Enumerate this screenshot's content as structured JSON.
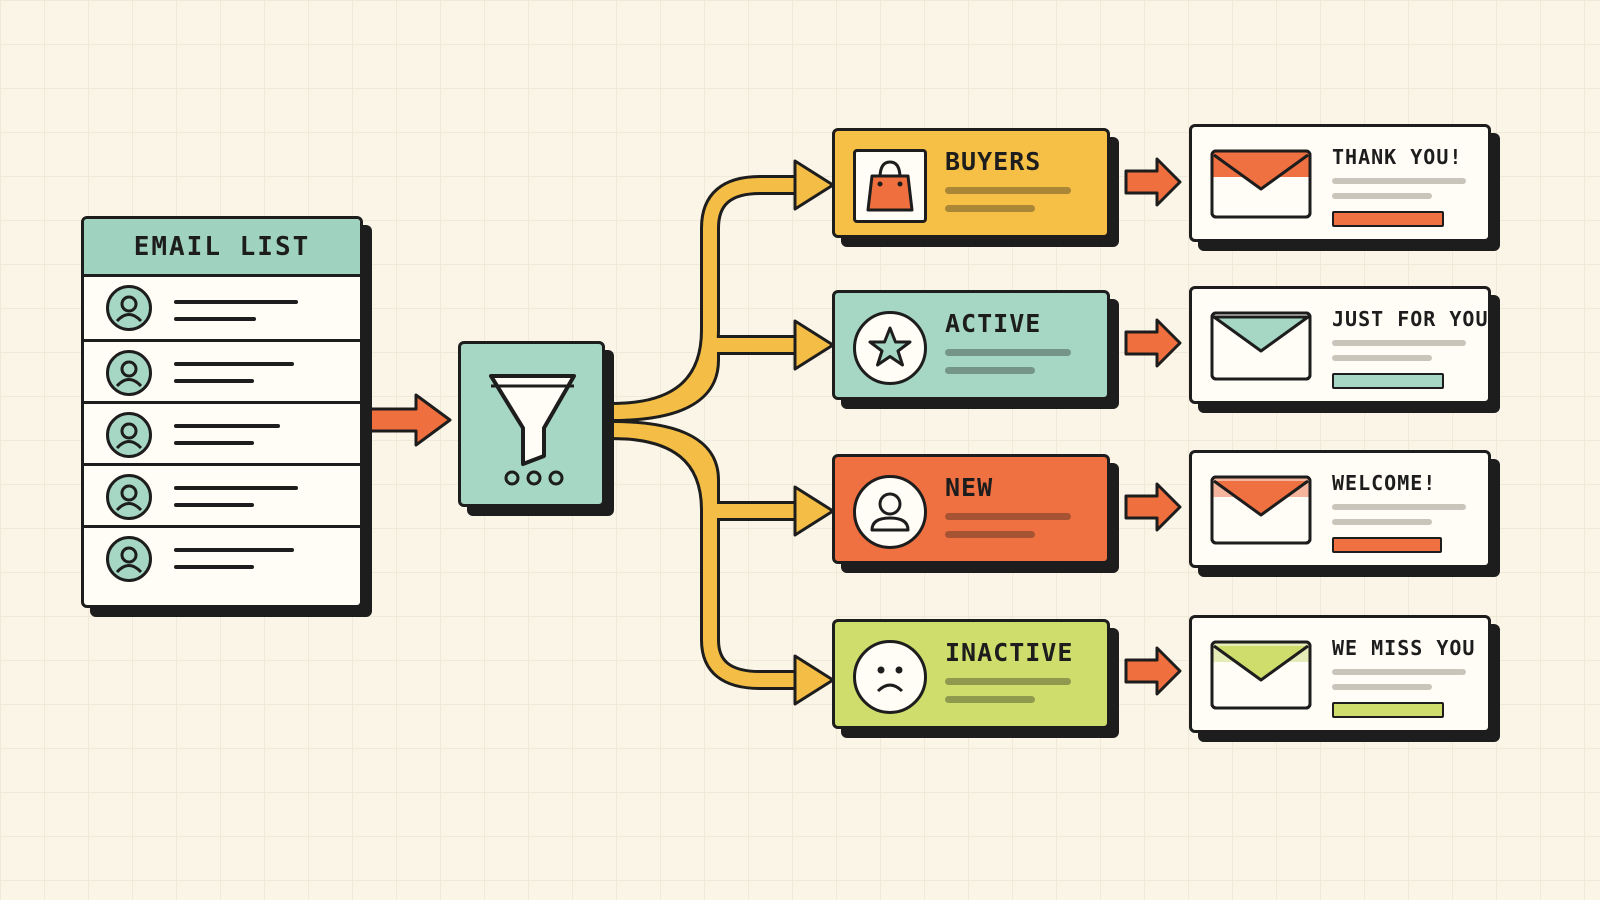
{
  "email_list": {
    "title": "EMAIL LIST",
    "rows": 5
  },
  "colors": {
    "background": "#fbf5e8",
    "outline": "#1d1d1d",
    "teal": "#a6d6c4",
    "yellow": "#f6bf45",
    "orange": "#ef7040",
    "lime": "#cedd6b",
    "arrow_orange": "#ef6f3f",
    "connector_yellow": "#f4be46"
  },
  "segments": [
    {
      "label": "BUYERS",
      "icon": "shopping-bag-icon",
      "color": "#f6bf45"
    },
    {
      "label": "ACTIVE",
      "icon": "star-icon",
      "color": "#a6d6c4"
    },
    {
      "label": "NEW",
      "icon": "user-icon",
      "color": "#ef7040"
    },
    {
      "label": "INACTIVE",
      "icon": "sad-face-icon",
      "color": "#cedd6b"
    }
  ],
  "emails": [
    {
      "title": "THANK YOU!",
      "icon": "envelope-icon",
      "accent": "#ef7040"
    },
    {
      "title": "JUST FOR YOU",
      "icon": "envelope-icon",
      "accent": "#a6d6c4"
    },
    {
      "title": "WELCOME!",
      "icon": "envelope-icon",
      "accent": "#ef7040"
    },
    {
      "title": "WE MISS YOU",
      "icon": "envelope-icon",
      "accent": "#cedd6b"
    }
  ],
  "filter": {
    "icon": "funnel-icon"
  }
}
